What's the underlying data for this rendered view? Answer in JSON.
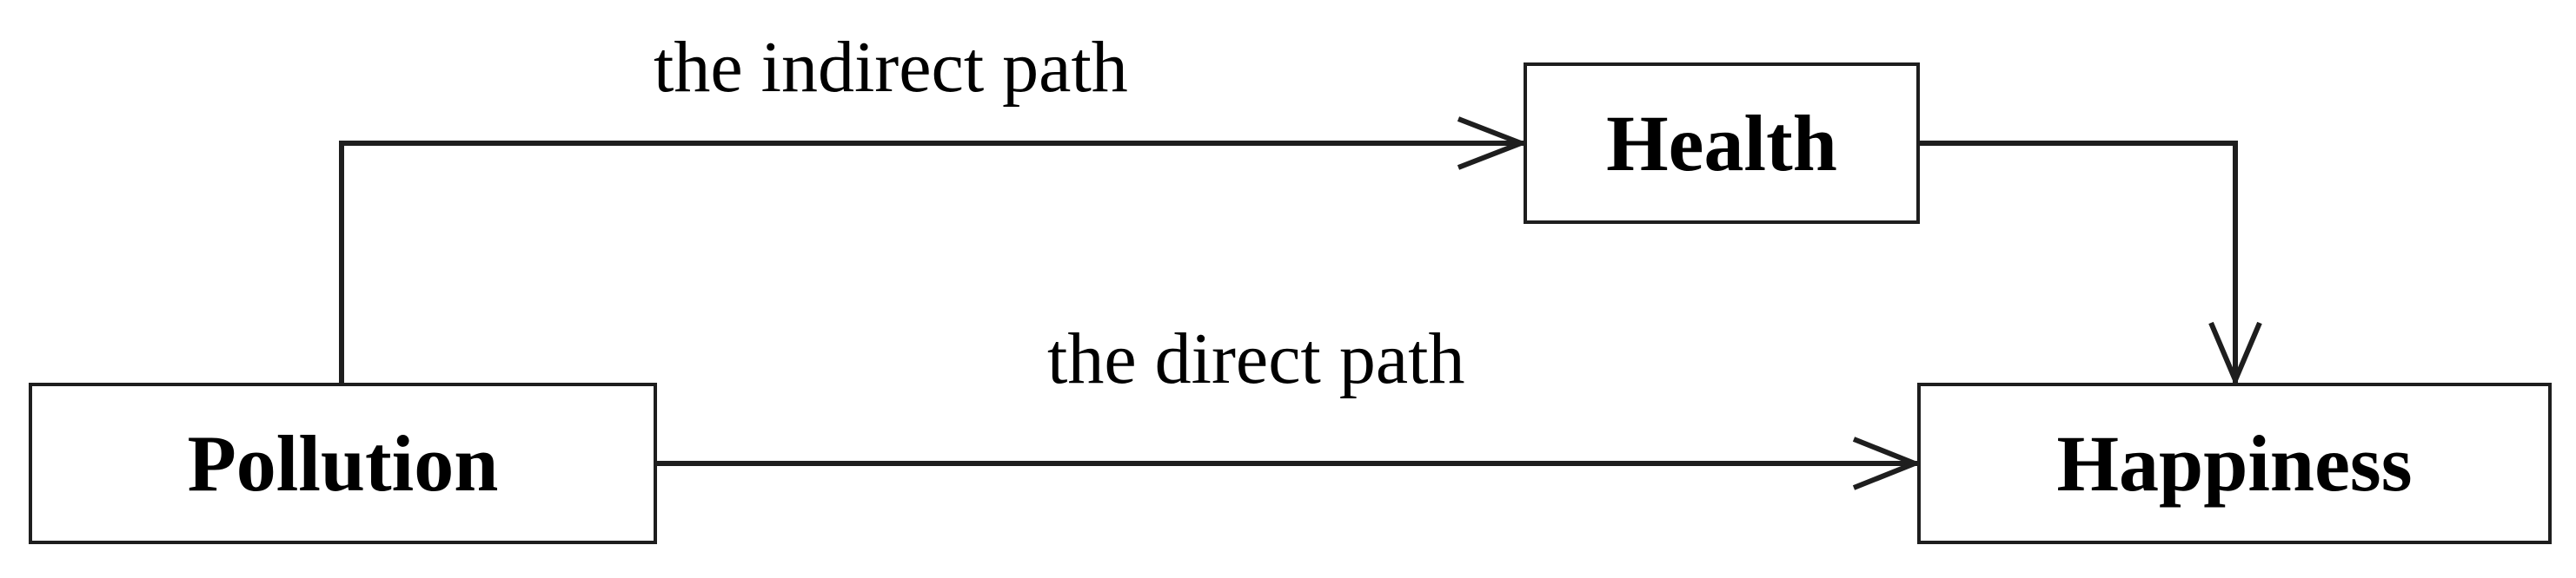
{
  "nodes": {
    "pollution": {
      "label": "Pollution"
    },
    "health": {
      "label": "Health"
    },
    "happiness": {
      "label": "Happiness"
    }
  },
  "edges": {
    "indirect": {
      "label": "the indirect path",
      "from": "pollution",
      "to": "health"
    },
    "health_to_happiness": {
      "from": "health",
      "to": "happiness"
    },
    "direct": {
      "label": "the direct path",
      "from": "pollution",
      "to": "happiness"
    }
  },
  "colors": {
    "stroke": "#1e1e1e",
    "text": "#000000",
    "background": "#ffffff"
  }
}
